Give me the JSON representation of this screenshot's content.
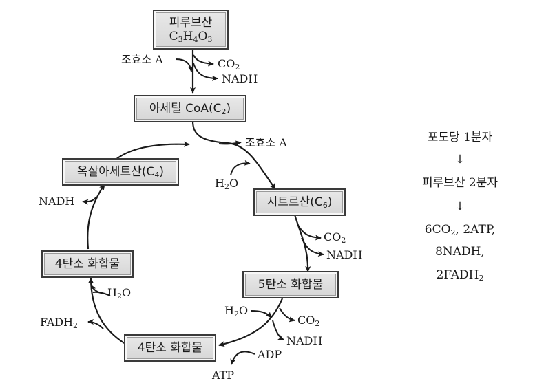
{
  "pyruvate": {
    "name": "피루브산",
    "formula": "C",
    "f1": "3",
    "f2": "H",
    "f3": "4",
    "f4": "O",
    "f5": "3"
  },
  "top_labels": {
    "coa_in": "조효소 A",
    "co2": "CO",
    "co2_sub": "2",
    "nadh": "NADH"
  },
  "acetyl": {
    "text": "아세틸 CoA(C",
    "sub": "2",
    "close": ")"
  },
  "cycle_labels": {
    "coa_out": "조효소 A",
    "h2o_1": "H",
    "h2o_1_sub": "2",
    "h2o_1_end": "O",
    "co2_2": "CO",
    "co2_2_sub": "2",
    "nadh_2": "NADH",
    "h2o_2": "H",
    "h2o_2_sub": "2",
    "h2o_2_end": "O",
    "co2_3": "CO",
    "co2_3_sub": "2",
    "nadh_3": "NADH",
    "adp": "ADP",
    "atp": "ATP",
    "fadh2": "FADH",
    "fadh2_sub": "2",
    "h2o_3": "H",
    "h2o_3_sub": "2",
    "h2o_3_end": "O",
    "nadh_4": "NADH"
  },
  "boxes": {
    "citrate": {
      "text": "시트르산(C",
      "sub": "6",
      "close": ")"
    },
    "five_c": "5탄소 화합물",
    "four_c_bottom": "4탄소 화합물",
    "four_c_left": "4탄소 화합물",
    "oxaloacetate": {
      "text": "옥살아세트산(C",
      "sub": "4",
      "close": ")"
    }
  },
  "summary": {
    "line1": "포도당 1분자",
    "arrow": "↓",
    "line2": "피루브산 2분자",
    "line3a": "6CO",
    "line3a_sub": "2",
    "line3b": ", 2ATP,",
    "line4": "8NADH,",
    "line5": "2FADH",
    "line5_sub": "2"
  }
}
